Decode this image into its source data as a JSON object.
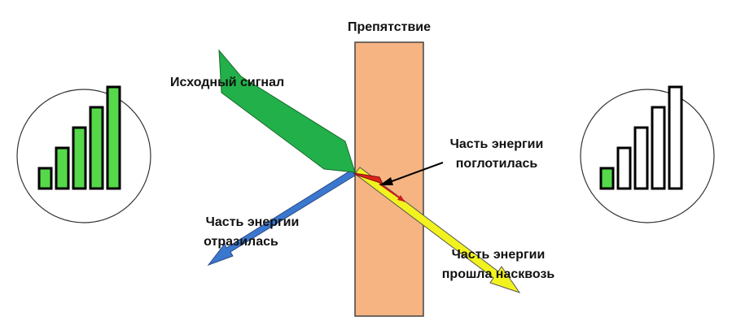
{
  "diagram": {
    "obstacle_label": "Препятствие",
    "incoming_label": "Исходный сигнал",
    "absorbed_label": [
      "Часть энергии",
      "поглотилась"
    ],
    "reflected_label": [
      "Часть энергии",
      "отразилась"
    ],
    "transmitted_label": [
      "Часть энергии",
      "прошла насквозь"
    ],
    "signal_before": {
      "bars_total": 5,
      "bars_filled": 5
    },
    "signal_after": {
      "bars_total": 5,
      "bars_filled": 1
    },
    "colors": {
      "obstacle": "#f5b482",
      "incoming": "#22b04a",
      "reflected": "#3a78d0",
      "transmitted": "#f2f21f",
      "absorbed": "#e2231a",
      "bar_fill": "#55d84a"
    }
  }
}
